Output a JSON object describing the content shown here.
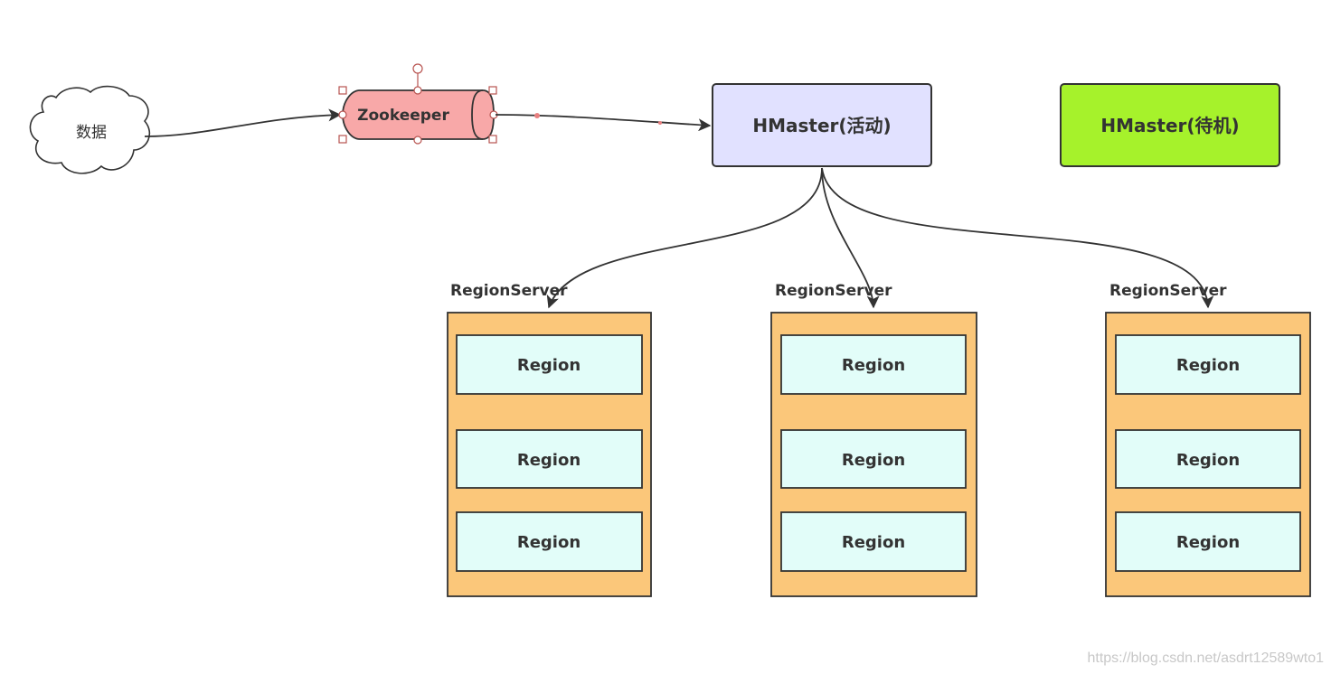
{
  "nodes": {
    "data_source": {
      "label": "数据"
    },
    "zookeeper": {
      "label": "Zookeeper",
      "fill": "#f8a8a8",
      "stroke": "#b85450"
    },
    "hmaster_active": {
      "label": "HMaster(活动)",
      "fill": "#e1e1ff",
      "stroke": "#333333"
    },
    "hmaster_standby": {
      "label": "HMaster(待机)",
      "fill": "#a6f22b",
      "stroke": "#333333"
    }
  },
  "region_servers": [
    {
      "label": "RegionServer",
      "regions": [
        "Region",
        "Region",
        "Region"
      ]
    },
    {
      "label": "RegionServer",
      "regions": [
        "Region",
        "Region",
        "Region"
      ]
    },
    {
      "label": "RegionServer",
      "regions": [
        "Region",
        "Region",
        "Region"
      ]
    }
  ],
  "colors": {
    "server_fill": "#fbc77a",
    "region_fill": "#e2fdf9",
    "edge": "#333333"
  },
  "watermark": "https://blog.csdn.net/asdrt12589wto1"
}
